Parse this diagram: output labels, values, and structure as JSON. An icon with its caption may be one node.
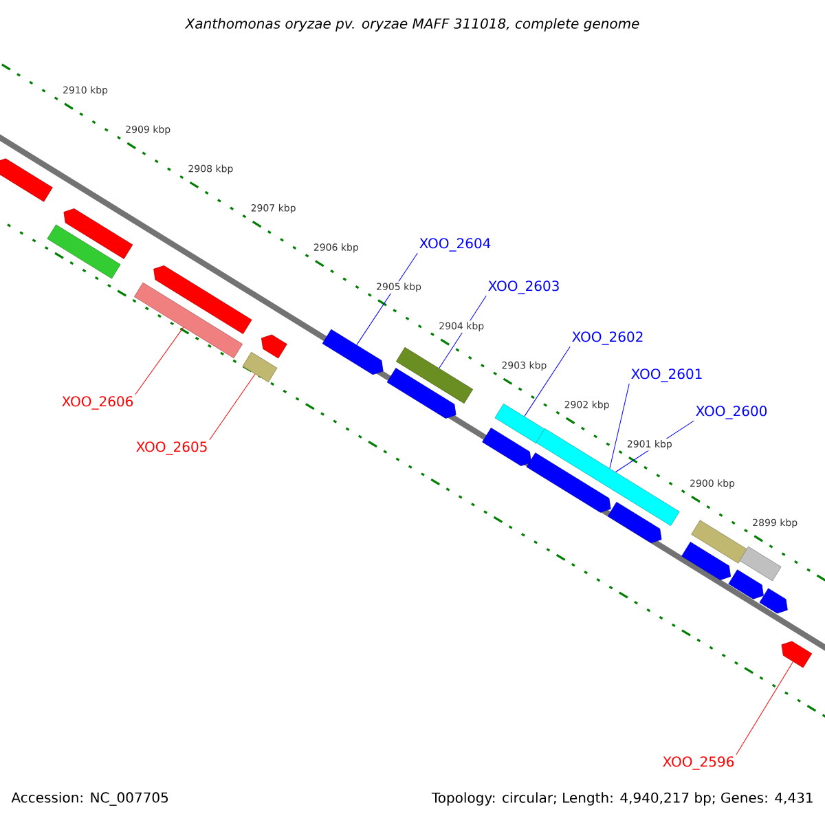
{
  "diagram": {
    "title": "Xanthomonas oryzae pv. oryzae MAFF 311018, complete genome",
    "nodes": [
      {
        "text": [
          "XOO_2604"
        ]
      },
      {
        "text": [
          "XOO_2603"
        ]
      },
      {
        "text": [
          "XOO_2602"
        ]
      },
      {
        "text": [
          "XOO_2601"
        ]
      },
      {
        "text": [
          "XOO_2606"
        ]
      },
      {
        "text": [
          "XOO_2600"
        ]
      },
      {
        "text": [
          "XOO_2605"
        ]
      },
      {
        "text": [
          "XOO_2596"
        ]
      },
      {
        "text": [],
        "shape": "arrow"
      },
      {
        "text": [],
        "shape": "bar"
      },
      {
        "text": [],
        "shape": "arrow"
      },
      {
        "text": [],
        "shape": "bar"
      },
      {
        "text": [],
        "shape": "arrow"
      },
      {
        "text": [],
        "shape": "bar"
      },
      {
        "text": [],
        "shape": "arrow"
      },
      {
        "text": [],
        "shape": "arrow"
      },
      {
        "text": [],
        "shape": "arrow"
      },
      {
        "text": [],
        "shape": "bar"
      },
      {
        "text": [],
        "shape": "arrow"
      },
      {
        "text": [],
        "shape": "bar"
      },
      {
        "text": [],
        "shape": "arrow"
      },
      {
        "text": [],
        "shape": "bar"
      },
      {
        "text": [],
        "shape": "arrow"
      },
      {
        "text": [],
        "shape": "arrow"
      },
      {
        "text": [],
        "shape": "bar"
      },
      {
        "text": [],
        "shape": "arrow"
      },
      {
        "text": [],
        "shape": "bar"
      },
      {
        "text": [],
        "shape": "arrow"
      },
      {
        "text": [],
        "shape": "arrow"
      }
    ],
    "edges": [
      {
        "from": 0,
        "to": 15,
        "arrow": "none"
      },
      {
        "from": 1,
        "to": 17,
        "arrow": "none"
      },
      {
        "from": 2,
        "to": 19,
        "arrow": "none"
      },
      {
        "from": 3,
        "to": 21,
        "arrow": "none"
      },
      {
        "from": 4,
        "to": 11,
        "arrow": "none",
        "color": "#ff0000"
      },
      {
        "from": 5,
        "to": 21,
        "arrow": "none"
      },
      {
        "from": 6,
        "to": 13,
        "arrow": "none",
        "color": "#ff0000"
      },
      {
        "from": 7,
        "to": 28,
        "arrow": "none",
        "color": "#ff0000"
      }
    ],
    "labels": [
      "2910 kbp",
      "2909 kbp",
      "2908 kbp",
      "2907 kbp",
      "2906 kbp",
      "2905 kbp",
      "2904 kbp",
      "2903 kbp",
      "2902 kbp",
      "2901 kbp",
      "2900 kbp",
      "2899 kbp",
      "Accession: NC_007705",
      "Topology: circular; Length: 4,940,217 bp; Genes: 4,431"
    ]
  }
}
